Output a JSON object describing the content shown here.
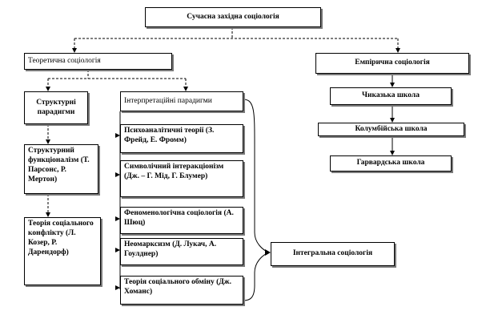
{
  "title": "Сучасна західна соціологія",
  "theoretical": {
    "label": "Теоретична соціологія",
    "structural": {
      "label": "Структурні парадигми",
      "items": [
        "Структурний функціоналізм (Т. Парсонс, Р. Мертон)",
        "Теорія соціального конфлікту (Л. Козер, Р. Дарендорф)"
      ]
    },
    "interpretive": {
      "label": "Інтерпретаційні парадигми",
      "items": [
        "Психоаналітичні теорії (З. Фрейд, Е. Фромм)",
        "Символічний інтеракціонізм (Дж. – Г. Мід, Г. Блумер)",
        "Феноменологічна соціологія (А. Шюц)",
        "Неомарксизм (Д. Лукач, А. Гоулднер)",
        "Теорія соціального обміну (Дж. Хоманс)"
      ]
    }
  },
  "integral": "Інтегральна соціологія",
  "empirical": {
    "label": "Емпірична соціологія",
    "schools": [
      "Чиказька школа",
      "Колумбійська школа",
      "Гарвардська школа"
    ]
  }
}
